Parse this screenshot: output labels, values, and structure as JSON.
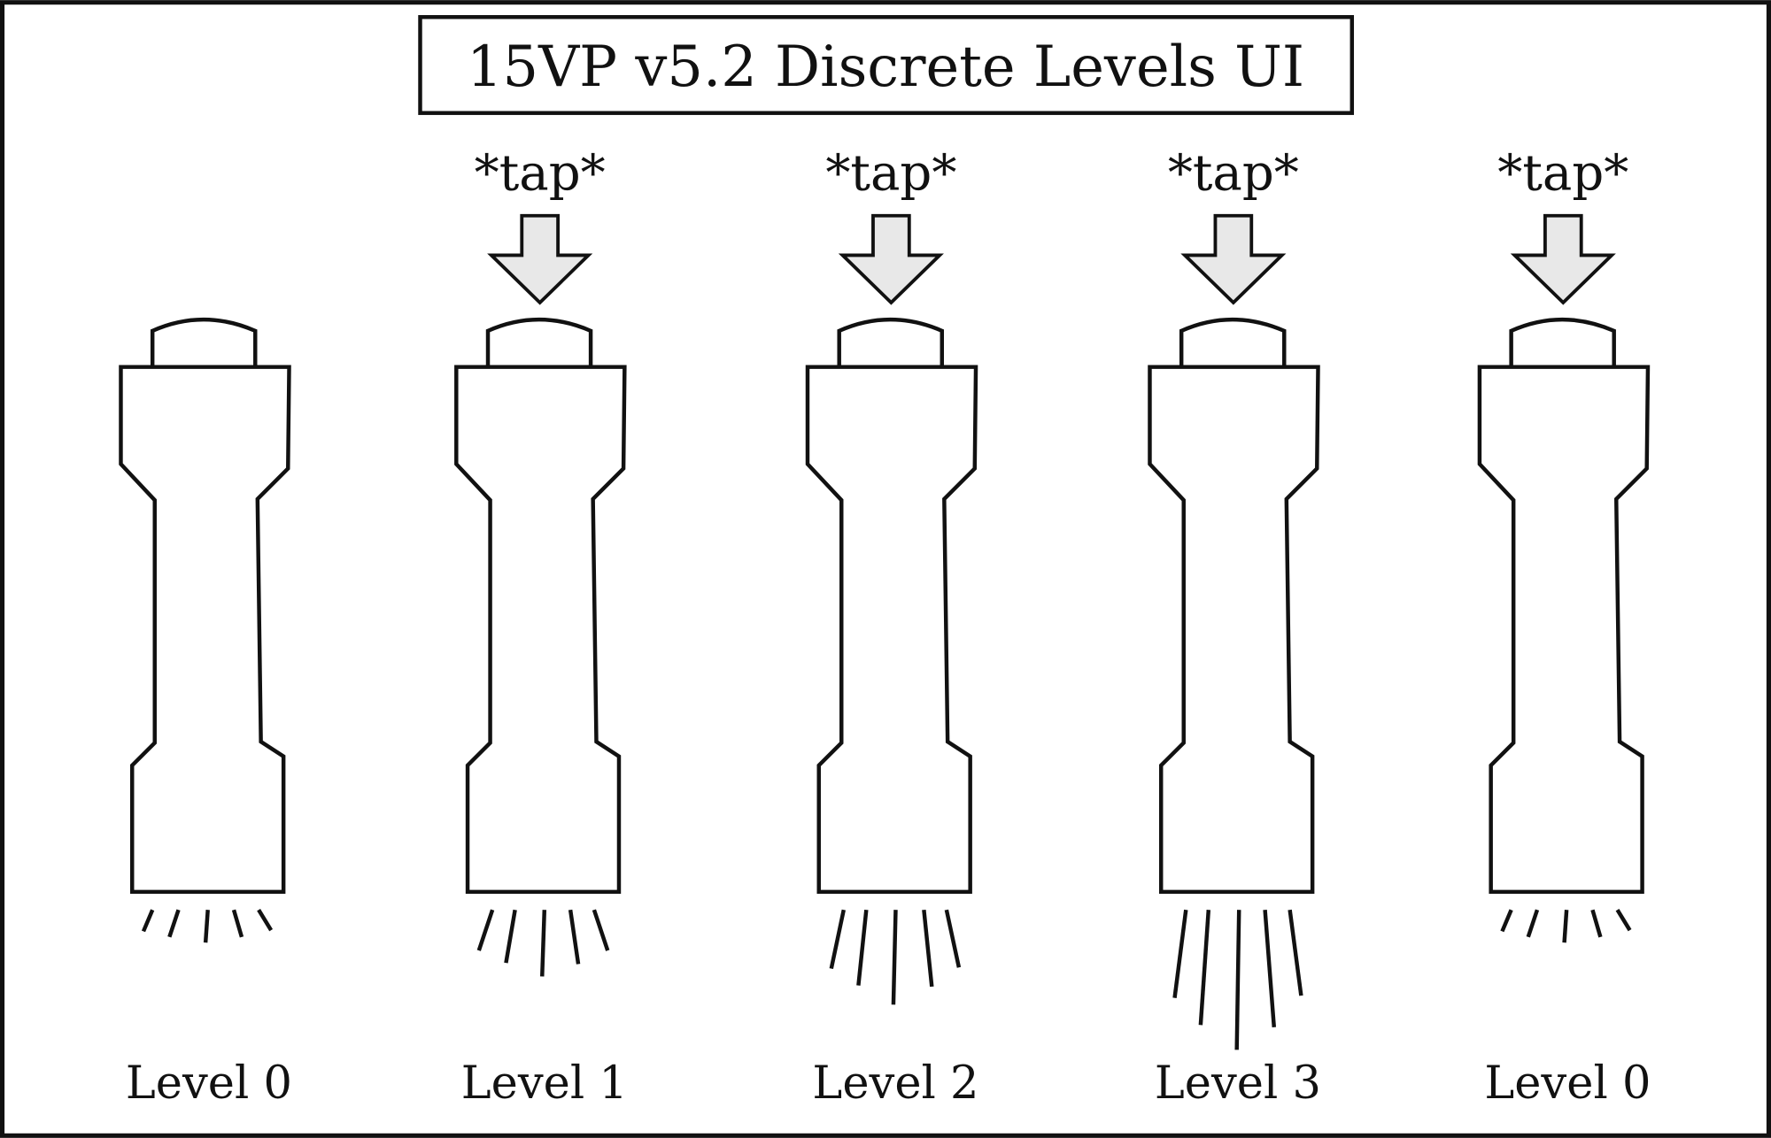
{
  "title": "15VP v5.2 Discrete Levels UI",
  "tap_label": "*tap*",
  "colors": {
    "stroke": "#111111",
    "arrow_fill": "#e8e8e8",
    "background": "#ffffff"
  },
  "stages": [
    {
      "label": "Level 0",
      "level": 0,
      "tapped": false
    },
    {
      "label": "Level 1",
      "level": 1,
      "tapped": true
    },
    {
      "label": "Level 2",
      "level": 2,
      "tapped": true
    },
    {
      "label": "Level 3",
      "level": 3,
      "tapped": true
    },
    {
      "label": "Level 0",
      "level": 0,
      "tapped": true
    }
  ]
}
